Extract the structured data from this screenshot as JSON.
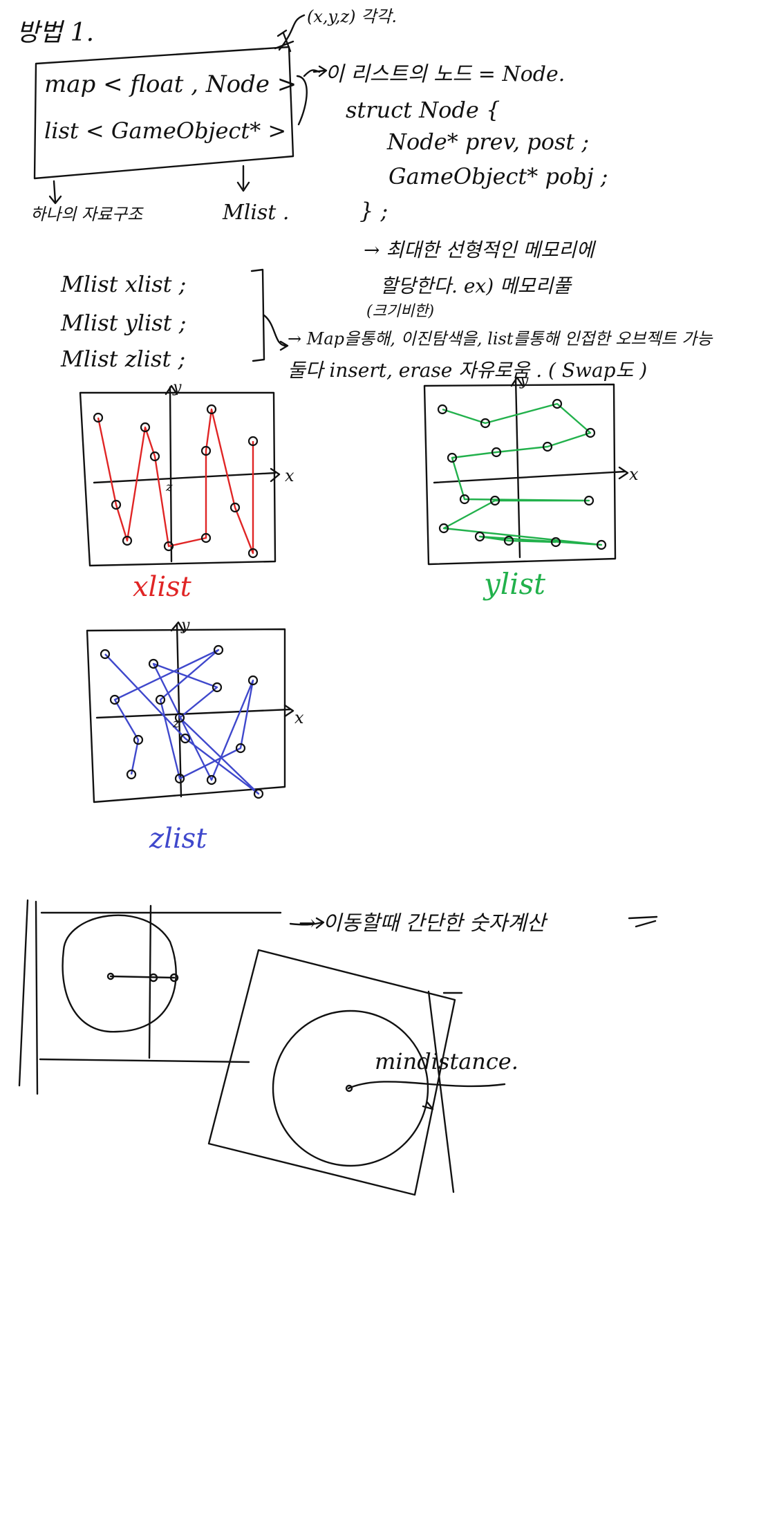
{
  "title": "방법 1.",
  "xyz_note": "(x,y,z) 각각.",
  "map_label": "map < float , Node >",
  "list_label": "list < GameObject* >",
  "map_caption": "하나의 자료구조",
  "list_caption": "Mlist .",
  "node_note": "이 리스트의 노드 = Node.",
  "struct_lines": [
    "struct Node {",
    "Node* prev, post ;",
    "GameObject* pobj ;",
    "} ;"
  ],
  "memory_note_1": "→ 최대한 선형적인 메모리에",
  "memory_note_2": "할당한다. ex) 메모리풀",
  "memory_note_3": "(크기비한)",
  "mlist_lines": [
    "Mlist  xlist ;",
    "Mlist  ylist ;",
    "Mlist  zlist ;"
  ],
  "map_note_1": "→ Map을통해, 이진탐색을, list를통해 인접한 오브젝트 가능",
  "map_note_2": "둘다 insert, erase 자유로움 . ( Swap도 )",
  "graph_labels": {
    "xlist": "xlist",
    "ylist": "ylist",
    "zlist": "zlist",
    "x_axis": "x",
    "y_axis": "y",
    "z_origin": "z"
  },
  "bottom_note": "→ 이동할때 간단한 숫자계산",
  "min_distance": "mindistance.",
  "colors": {
    "ink": "#111111",
    "xlist": "#e02525",
    "ylist": "#22b14c",
    "zlist": "#3f48cc"
  }
}
